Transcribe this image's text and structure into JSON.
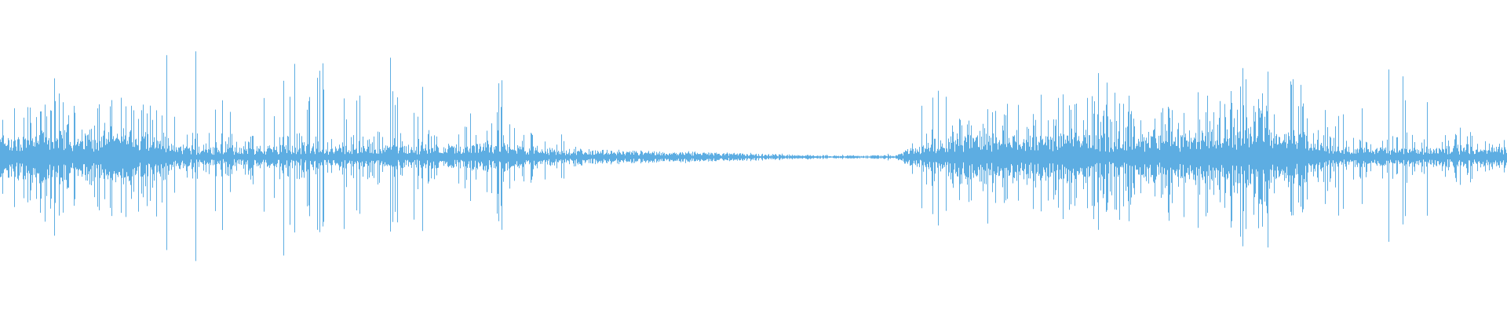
{
  "chart_data": {
    "type": "area",
    "title": "",
    "xlabel": "",
    "ylabel": "",
    "ylim": [
      -1,
      1
    ],
    "grid": false,
    "legend": "none",
    "color": "#5dade2",
    "background": "#ffffff",
    "series": [
      {
        "body_amplitude": [
          0.12,
          0.13,
          0.13,
          0.14,
          0.14,
          0.08,
          0.05,
          0.05,
          0.06,
          0.05,
          0.05,
          0.06,
          0.06,
          0.06,
          0.06,
          0.08,
          0.06,
          0.05,
          0.04,
          0.035,
          0.03,
          0.03,
          0.025,
          0.02,
          0.015,
          0.01,
          0.008,
          0.008,
          0.01,
          0.08,
          0.12,
          0.13,
          0.13,
          0.13,
          0.13,
          0.12,
          0.13,
          0.13,
          0.14,
          0.16,
          0.16,
          0.15,
          0.05,
          0.05,
          0.05,
          0.05,
          0.06,
          0.05
        ],
        "peak_amplitude": [
          0.42,
          0.45,
          0.42,
          0.42,
          0.46,
          0.65,
          0.72,
          0.55,
          0.52,
          0.55,
          0.55,
          0.45,
          0.72,
          0.52,
          0.45,
          0.52,
          0.2,
          0.15,
          0.06,
          0.04,
          0.035,
          0.03,
          0.03,
          0.025,
          0.02,
          0.015,
          0.013,
          0.012,
          0.02,
          0.55,
          0.45,
          0.45,
          0.5,
          0.45,
          0.5,
          0.45,
          0.45,
          0.45,
          0.52,
          0.5,
          0.58,
          0.45,
          0.45,
          0.55,
          0.5,
          0.48,
          0.2,
          0.1
        ]
      }
    ]
  }
}
